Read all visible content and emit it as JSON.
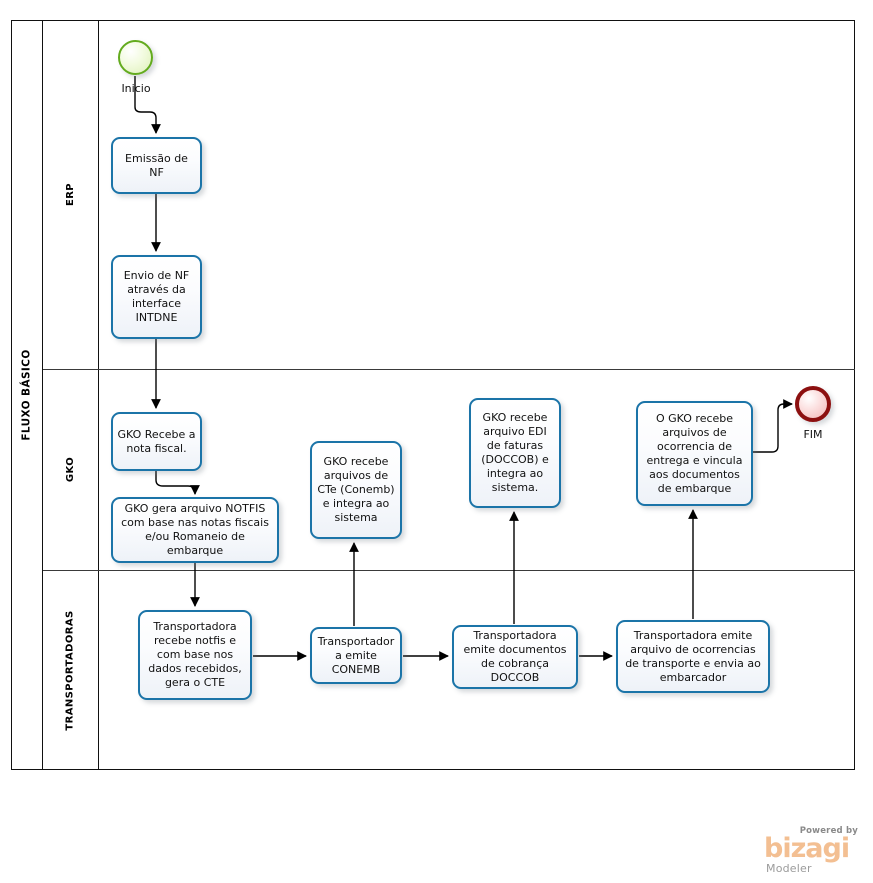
{
  "diagram": {
    "type": "bpmn-flowchart",
    "pool": {
      "label": "FLUXO BÁSICO"
    },
    "lanes": [
      {
        "id": "erp",
        "label": "ERP"
      },
      {
        "id": "gko",
        "label": "GKO"
      },
      {
        "id": "transportadoras",
        "label": "TRANSPORTADORAS"
      }
    ],
    "events": [
      {
        "id": "start",
        "type": "start",
        "label": "Inicio",
        "lane": "erp",
        "color": "#63ab1e"
      },
      {
        "id": "end",
        "type": "end",
        "label": "FIM",
        "lane": "gko",
        "color": "#8c1010"
      }
    ],
    "tasks": [
      {
        "id": "t1",
        "lane": "erp",
        "label": "Emissão de NF"
      },
      {
        "id": "t2",
        "lane": "erp",
        "label": "Envio de NF através da interface INTDNE"
      },
      {
        "id": "t3",
        "lane": "gko",
        "label": "GKO Recebe a nota fiscal."
      },
      {
        "id": "t4",
        "lane": "gko",
        "label": "GKO gera arquivo NOTFIS com base nas notas fiscais e/ou Romaneio de embarque"
      },
      {
        "id": "t5",
        "lane": "gko",
        "label": "GKO recebe arquivos de CTe (Conemb) e integra ao sistema"
      },
      {
        "id": "t6",
        "lane": "gko",
        "label": "GKO recebe arquivo EDI de faturas (DOCCOB) e integra ao sistema."
      },
      {
        "id": "t7",
        "lane": "gko",
        "label": "O GKO recebe arquivos de ocorrencia de entrega e vincula aos documentos de embarque"
      },
      {
        "id": "t8",
        "lane": "transportadoras",
        "label": "Transportadora recebe notfis e com base nos dados recebidos, gera o CTE"
      },
      {
        "id": "t9",
        "lane": "transportadoras",
        "label": "Transportador a emite CONEMB"
      },
      {
        "id": "t10",
        "lane": "transportadoras",
        "label": "Transportadora emite documentos de cobrança DOCCOB"
      },
      {
        "id": "t11",
        "lane": "transportadoras",
        "label": "Transportadora emite arquivo de ocorrencias de transporte e envia ao embarcador"
      }
    ],
    "flows": [
      {
        "from": "start",
        "to": "t1"
      },
      {
        "from": "t1",
        "to": "t2"
      },
      {
        "from": "t2",
        "to": "t3"
      },
      {
        "from": "t3",
        "to": "t4"
      },
      {
        "from": "t4",
        "to": "t8"
      },
      {
        "from": "t8",
        "to": "t9"
      },
      {
        "from": "t9",
        "to": "t5"
      },
      {
        "from": "t9",
        "to": "t10"
      },
      {
        "from": "t10",
        "to": "t6"
      },
      {
        "from": "t10",
        "to": "t11"
      },
      {
        "from": "t11",
        "to": "t7"
      },
      {
        "from": "t7",
        "to": "end"
      }
    ]
  },
  "logo": {
    "powered": "Powered by",
    "brand": "bizagi",
    "product": "Modeler"
  }
}
